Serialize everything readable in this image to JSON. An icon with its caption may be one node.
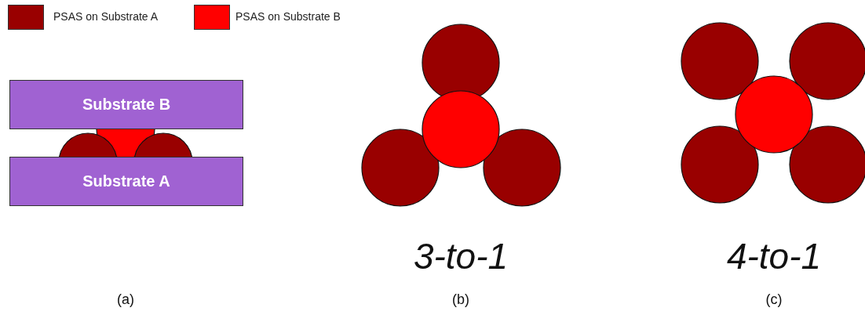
{
  "diagram": {
    "nodes": [
      {
        "text": [
          "Substrate B"
        ]
      },
      {
        "text": [
          "Substrate A"
        ]
      }
    ],
    "edges": [],
    "labels": [
      "3-to-1",
      "4-to-1",
      "(a)",
      "(b)",
      "(c)"
    ],
    "legend": [
      {
        "text": "PSAS on Substrate A",
        "color": "#990000"
      },
      {
        "text": "PSAS on Substrate B",
        "color": "#ff0000"
      }
    ]
  }
}
